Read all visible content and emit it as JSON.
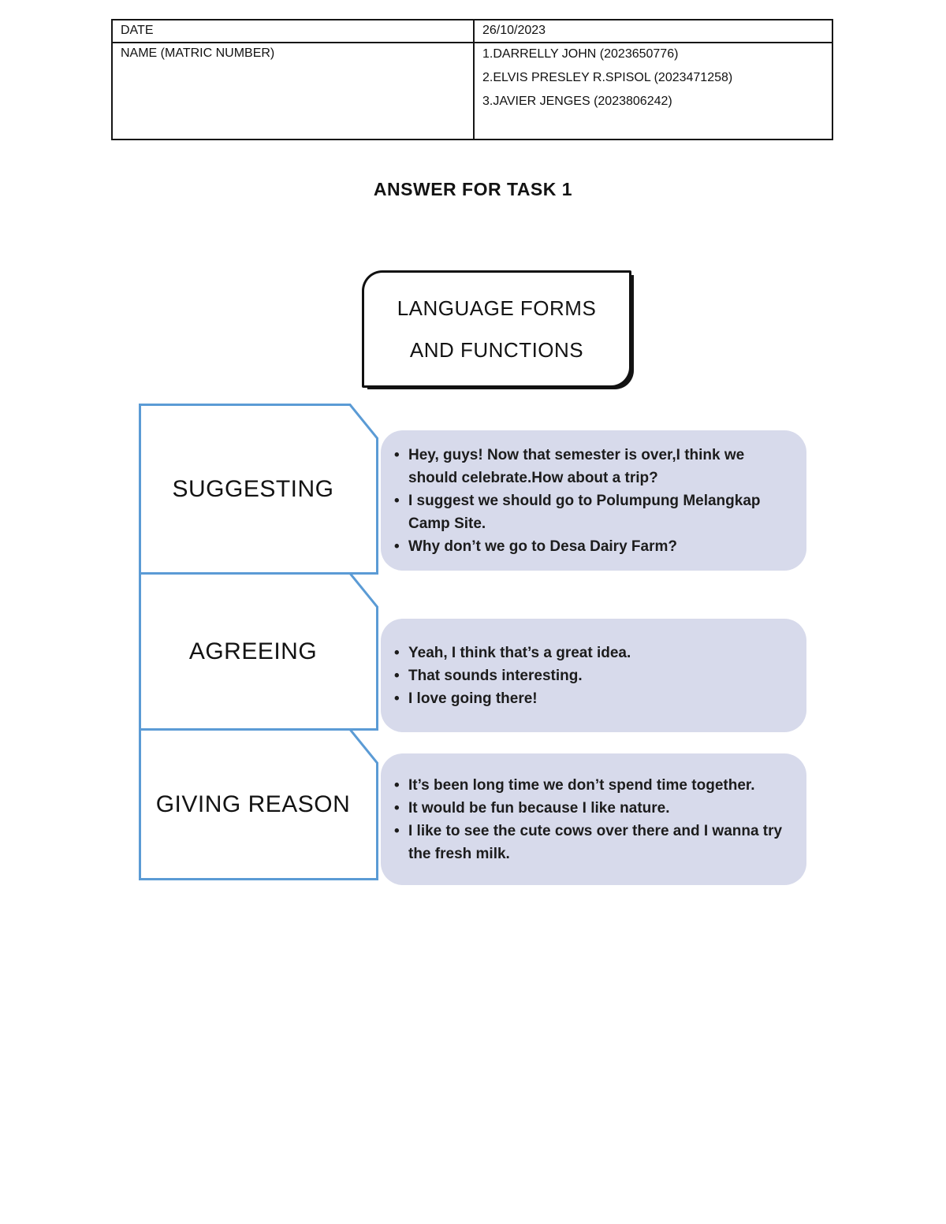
{
  "colors": {
    "accent_blue": "#5B9BD5",
    "bubble_fill": "#D7DAEB",
    "border_black": "#141414"
  },
  "table": {
    "rows": [
      {
        "label": "DATE",
        "value_lines": [
          "26/10/2023"
        ]
      },
      {
        "label": "NAME (MATRIC NUMBER)",
        "value_lines": [
          "1.DARRELLY JOHN (2023650776)",
          "2.ELVIS PRESLEY R.SPISOL (2023471258)",
          "3.JAVIER JENGES (2023806242)"
        ]
      }
    ]
  },
  "page_title": "ANSWER FOR TASK 1",
  "diagram": {
    "header": {
      "line1": "LANGUAGE FORMS",
      "line2": "AND FUNCTIONS"
    },
    "sections": [
      {
        "label": "SUGGESTING",
        "bullets": [
          "Hey, guys! Now that semester is over,I think we should celebrate.How about a trip?",
          "I suggest we should go to Polumpung Melangkap Camp Site.",
          "Why don’t we go to Desa Dairy Farm?"
        ]
      },
      {
        "label": "AGREEING",
        "bullets": [
          "Yeah, I think that’s a great idea.",
          "That sounds interesting.",
          "I love going there!"
        ]
      },
      {
        "label": "GIVING REASON",
        "bullets": [
          "It’s been long time we don’t spend time together.",
          "It would be fun because I like nature.",
          "I like to see the cute cows over there and I wanna try the fresh milk."
        ]
      }
    ]
  }
}
